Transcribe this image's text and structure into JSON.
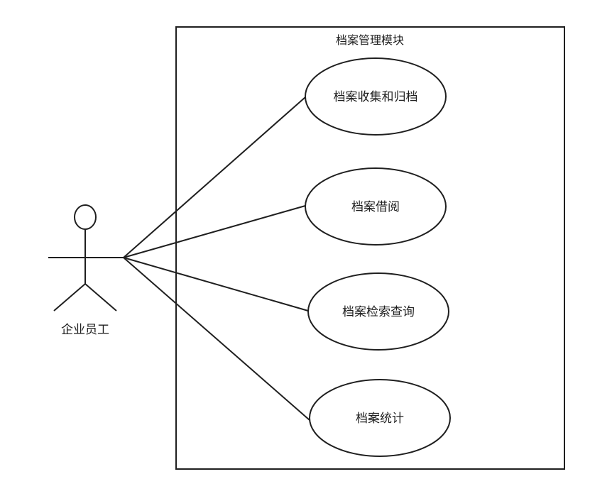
{
  "system": {
    "title": "档案管理模块"
  },
  "actor": {
    "name": "企业员工"
  },
  "use_cases": [
    {
      "label": "档案收集和归档"
    },
    {
      "label": "档案借阅"
    },
    {
      "label": "档案检索查询"
    },
    {
      "label": "档案统计"
    }
  ],
  "colors": {
    "stroke": "#1f1f1f",
    "background": "#ffffff"
  }
}
